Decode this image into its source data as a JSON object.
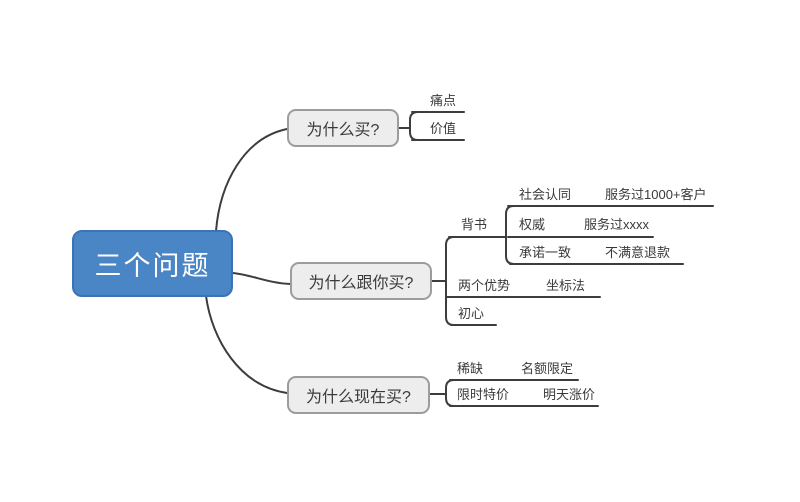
{
  "mindmap": {
    "root": {
      "label": "三个问题"
    },
    "branches": [
      {
        "label": "为什么买?",
        "children": [
          {
            "label": "痛点"
          },
          {
            "label": "价值"
          }
        ]
      },
      {
        "label": "为什么跟你买?",
        "children": [
          {
            "label": "背书",
            "children": [
              {
                "label": "社会认同",
                "children": [
                  {
                    "label": "服务过1000+客户"
                  }
                ]
              },
              {
                "label": "权威",
                "children": [
                  {
                    "label": "服务过xxxx"
                  }
                ]
              },
              {
                "label": "承诺一致",
                "children": [
                  {
                    "label": "不满意退款"
                  }
                ]
              }
            ]
          },
          {
            "label": "两个优势",
            "children": [
              {
                "label": "坐标法"
              }
            ]
          },
          {
            "label": "初心"
          }
        ]
      },
      {
        "label": "为什么现在买?",
        "children": [
          {
            "label": "稀缺",
            "children": [
              {
                "label": "名额限定"
              }
            ]
          },
          {
            "label": "限时特价",
            "children": [
              {
                "label": "明天涨价"
              }
            ]
          }
        ]
      }
    ],
    "colors": {
      "root_fill": "#4A86C5",
      "root_border": "#3B73B3",
      "branch_fill": "#EDEDED",
      "branch_border": "#9C9C9C",
      "line": "#3D3D3D",
      "root_text": "#FFFFFF",
      "topic_text": "#3A3A3A",
      "background": "#FFFFFF"
    }
  }
}
